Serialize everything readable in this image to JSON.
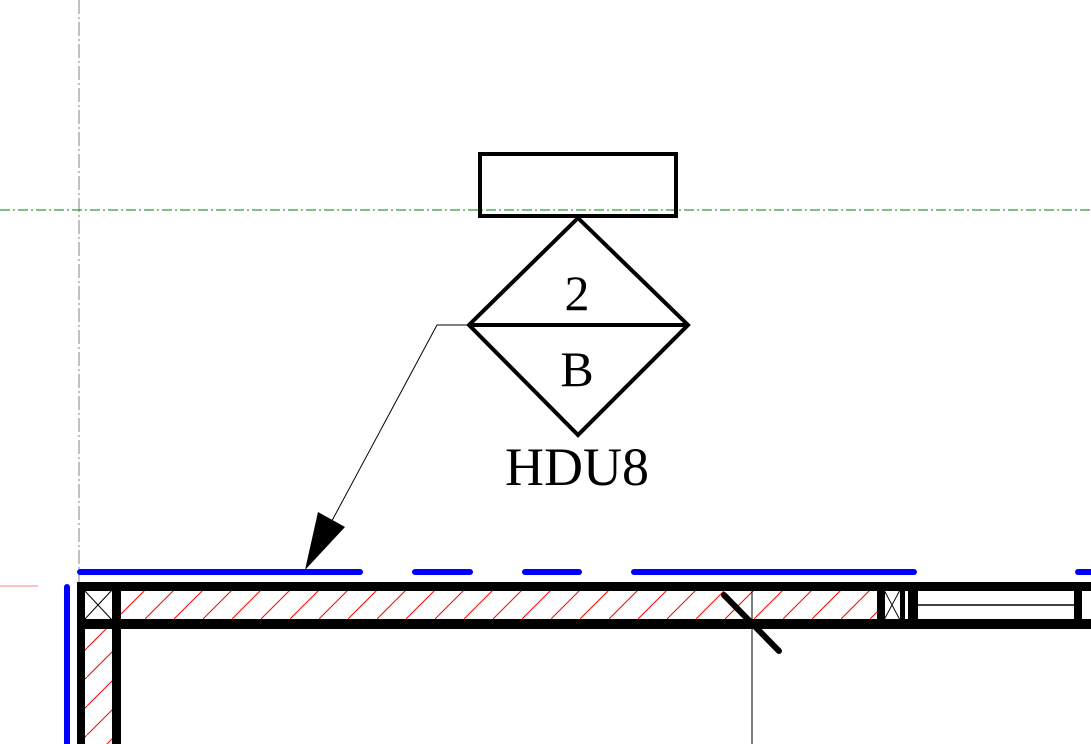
{
  "tag": {
    "top_value": "2",
    "bottom_value": "B",
    "type_label": "HDU8"
  },
  "colors": {
    "wall": "#000000",
    "hatch": "#ff0000",
    "dimension_line": "#0000ff",
    "grid_horizontal": "#008000",
    "grid_vertical": "#808080",
    "reference_mark": "#ff8080"
  }
}
